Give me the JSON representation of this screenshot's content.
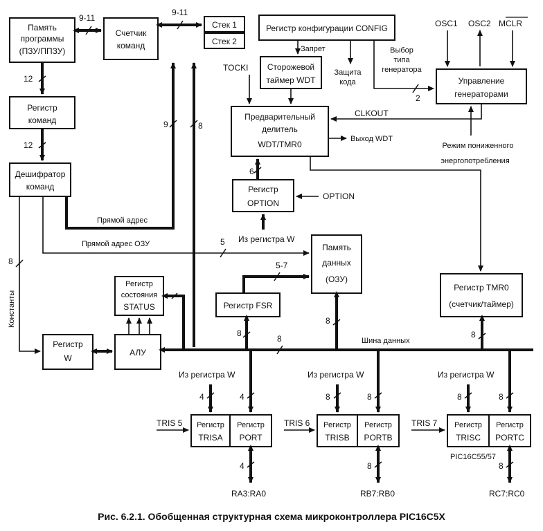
{
  "colors": {
    "ink": "#111111",
    "background": "#ffffff"
  },
  "blocks": {
    "program_memory": [
      "Память",
      "программы",
      "(ПЗУ/ППЗУ)"
    ],
    "program_counter": [
      "Счетчик",
      "команд"
    ],
    "stack1": "Стек 1",
    "stack2": "Стек 2",
    "config_register": "Регистр конфигурации CONFIG",
    "instruction_register": [
      "Регистр",
      "команд"
    ],
    "instruction_decoder": [
      "Дешифратор",
      "команд"
    ],
    "watchdog_timer": [
      "Сторожевой",
      "таймер WDT"
    ],
    "prescaler": [
      "Предварительный",
      "делитель",
      "WDT/TMR0"
    ],
    "option_register": [
      "Регистр",
      "OPTION"
    ],
    "oscillator_control": [
      "Управление",
      "генераторами"
    ],
    "data_memory": [
      "Память",
      "данных",
      "(ОЗУ)"
    ],
    "fsr_register": "Регистр FSR",
    "status_register": [
      "Регистр",
      "состояния",
      "STATUS"
    ],
    "w_register": [
      "Регистр",
      "W"
    ],
    "alu": "АЛУ",
    "tmr0_register": [
      "Регистр TMR0",
      "(счетчик/таймер)"
    ],
    "trisa": [
      "Регистр",
      "TRISA"
    ],
    "porta": [
      "Регистр",
      "PORT"
    ],
    "trisb": [
      "Регистр",
      "TRISB"
    ],
    "portb": [
      "Регистр",
      "PORTB"
    ],
    "trisc": [
      "Регистр",
      "TRISC"
    ],
    "portc": [
      "Регистр",
      "PORTC"
    ]
  },
  "labels": {
    "osc1": "OSC1",
    "osc2": "OSC2",
    "mclr": "MCLR",
    "tocki": "TOCKI",
    "inhibit": "Запрет",
    "code_protect": [
      "Защита",
      "кода"
    ],
    "osc_type_select": [
      "Выбор",
      "типа",
      "генератора"
    ],
    "clkout": "CLKOUT",
    "wdt_out": "Выход WDT",
    "low_power": [
      "Режим пониженного",
      "энергопотребления"
    ],
    "option": "OPTION",
    "direct_address": "Прямой адрес",
    "direct_address_ram": "Прямой адрес ОЗУ",
    "from_w_register": "Из регистра W",
    "constants": "Константы",
    "data_bus": "Шина данных",
    "tris5": "TRIS 5",
    "tris6": "TRIS 6",
    "tris7": "TRIS 7",
    "ra_pins": "RA3:RA0",
    "rb_pins": "RB7:RB0",
    "rc_pins": "RC7:RC0",
    "pic_note": "PIC16C55/57"
  },
  "bus_widths": {
    "w9_11": "9-11",
    "w12": "12",
    "w9": "9",
    "w8": "8",
    "w2": "2",
    "w6": "6",
    "w5": "5",
    "w5_7": "5-7",
    "w4": "4"
  },
  "caption": "Рис. 6.2.1. Обобщенная структурная схема микроконтроллера PIC16C5X"
}
